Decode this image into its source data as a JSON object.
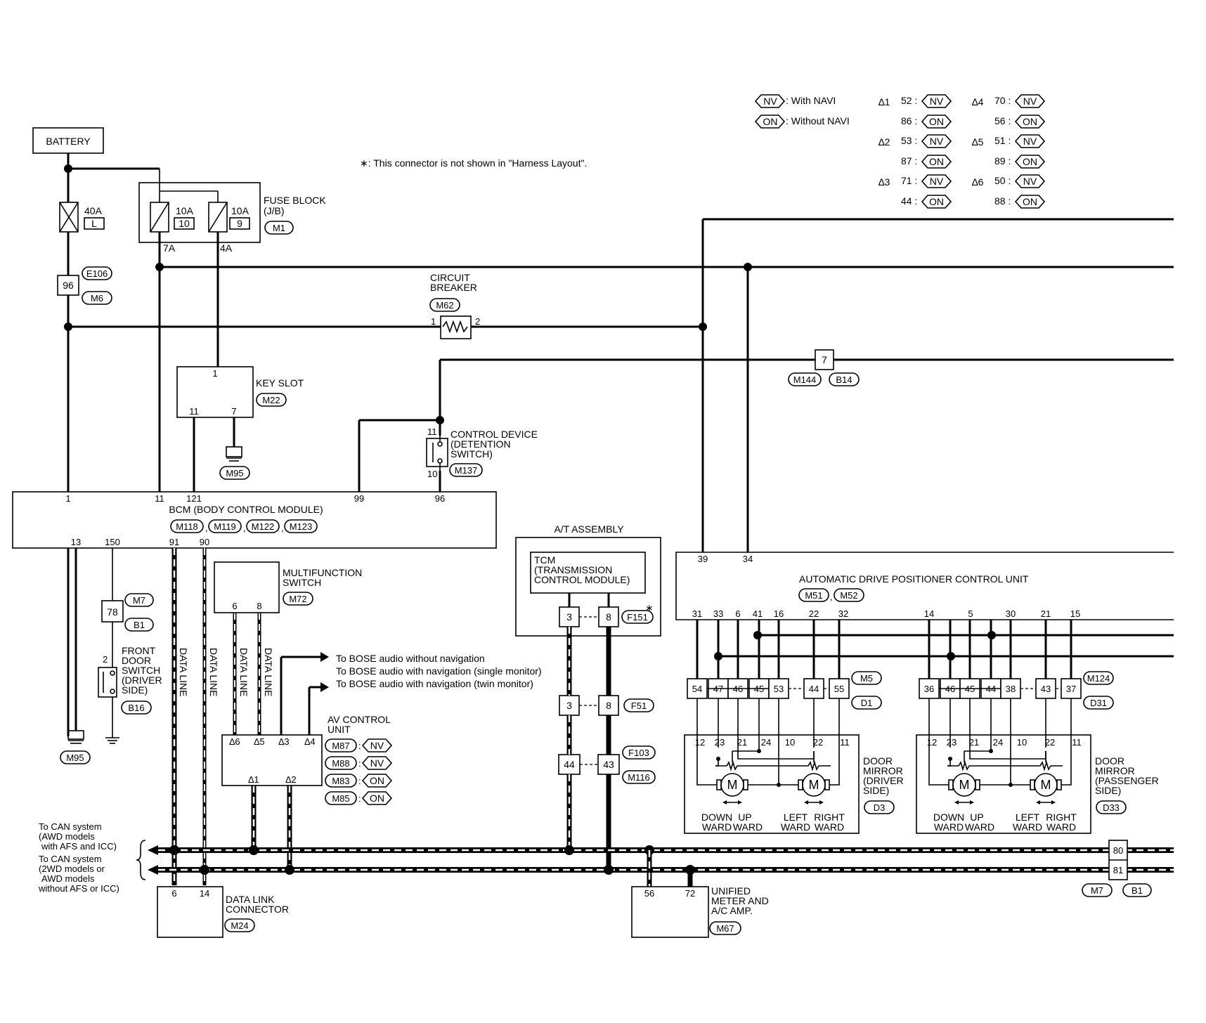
{
  "legend": {
    "nv_tag": "NV",
    "nv_desc": ": With NAVI",
    "on_tag": "ON",
    "on_desc": ": Without NAVI",
    "table": [
      {
        "star": "∆1",
        "rows": [
          {
            "pin": "52 :",
            "tag": "NV"
          },
          {
            "pin": "86 :",
            "tag": "ON"
          }
        ]
      },
      {
        "star": "∆2",
        "rows": [
          {
            "pin": "53 :",
            "tag": "NV"
          },
          {
            "pin": "87 :",
            "tag": "ON"
          }
        ]
      },
      {
        "star": "∆3",
        "rows": [
          {
            "pin": "71 :",
            "tag": "NV"
          },
          {
            "pin": "44 :",
            "tag": "ON"
          }
        ]
      },
      {
        "star": "∆4",
        "rows": [
          {
            "pin": "70 :",
            "tag": "NV"
          },
          {
            "pin": "56 :",
            "tag": "ON"
          }
        ]
      },
      {
        "star": "∆5",
        "rows": [
          {
            "pin": "51 :",
            "tag": "NV"
          },
          {
            "pin": "89 :",
            "tag": "ON"
          }
        ]
      },
      {
        "star": "∆6",
        "rows": [
          {
            "pin": "50 :",
            "tag": "NV"
          },
          {
            "pin": "88 :",
            "tag": "ON"
          }
        ]
      }
    ],
    "star1": "∆1",
    "star2": "∆2",
    "star3": "∆3",
    "star4": "∆4",
    "star5": "∆5",
    "star6": "∆6",
    "r52": "52 :",
    "r86": "86 :",
    "r53": "53 :",
    "r87": "87 :",
    "r71": "71 :",
    "r44": "44 :",
    "r70": "70 :",
    "r56": "56 :",
    "r51": "51 :",
    "r89": "89 :",
    "r50": "50 :",
    "r88": "88 :",
    "note": "∗: This connector is not shown in \"Harness Layout\"."
  },
  "battery": {
    "label": "BATTERY",
    "fuse_rating": "40A",
    "fuse_id": "L",
    "conn_pin": "96",
    "conn1": "E106",
    "conn2": "M6"
  },
  "fuse_block": {
    "title1": "FUSE BLOCK",
    "title2": "(J/B)",
    "conn": "M1",
    "fuse1_rating": "10A",
    "fuse1_no": "10",
    "fuse2_rating": "10A",
    "fuse2_no": "9",
    "out1": "7A",
    "out2": "4A"
  },
  "circuit_breaker": {
    "title1": "CIRCUIT",
    "title2": "BREAKER",
    "conn": "M62",
    "pin1": "1",
    "pin2": "2"
  },
  "key_slot": {
    "title": "KEY SLOT",
    "conn": "M22",
    "pin1": "1",
    "pin11": "11",
    "pin7": "7",
    "ground_conn": "M95"
  },
  "control_device": {
    "title1": "CONTROL DEVICE",
    "title2": "(DETENTION",
    "title3": "SWITCH)",
    "conn": "M137",
    "pin11": "11",
    "pin10": "10"
  },
  "inline_conn": {
    "pin": "7",
    "conn1": "M144",
    "conn2": "B14"
  },
  "bcm": {
    "title": "BCM (BODY CONTROL MODULE)",
    "conns": [
      "M118",
      "M119",
      "M122",
      "M123"
    ],
    "top_pins": [
      "1",
      "11",
      "121",
      "99",
      "96"
    ],
    "bottom_pins": [
      "13",
      "150",
      "91",
      "90"
    ]
  },
  "front_door_switch": {
    "pin": "78",
    "conn1": "M7",
    "conn2": "B1",
    "sw_pin": "2",
    "title": [
      "FRONT",
      "DOOR",
      "SWITCH",
      "(DRIVER",
      "SIDE)"
    ],
    "conn3": "B16"
  },
  "ground_bottom": {
    "conn": "M95"
  },
  "data_line": {
    "label": "DATA LINE"
  },
  "multifunction_switch": {
    "title1": "MULTIFUNCTION",
    "title2": "SWITCH",
    "conn": "M72",
    "pin6": "6",
    "pin8": "8"
  },
  "bose": {
    "line1": "To BOSE audio without navigation",
    "line2": "To BOSE audio with navigation (single monitor)",
    "line3": "To BOSE audio with navigation (twin monitor)"
  },
  "av_control": {
    "title1": "AV CONTROL",
    "title2": "UNIT",
    "top_pins": [
      "∆6",
      "∆5",
      "∆3",
      "∆4"
    ],
    "bottom_pins": [
      "∆1",
      "∆2"
    ],
    "conns": [
      {
        "conn": "M87",
        "tag": "NV"
      },
      {
        "conn": "M88",
        "tag": "NV"
      },
      {
        "conn": "M83",
        "tag": "ON"
      },
      {
        "conn": "M85",
        "tag": "ON"
      }
    ]
  },
  "at_assembly": {
    "title": "A/T ASSEMBLY",
    "tcm1": "TCM",
    "tcm2": "(TRANSMISSION",
    "tcm3": "CONTROL MODULE)",
    "pin3": "3",
    "pin8": "8",
    "conn_f151": "F151",
    "star": "∗",
    "f51_pin3": "3",
    "f51_pin8": "8",
    "conn_f51": "F51",
    "pin44": "44",
    "pin43": "43",
    "conn_f103": "F103",
    "conn_m116": "M116"
  },
  "adp": {
    "title": "AUTOMATIC DRIVE POSITIONER CONTROL UNIT",
    "conn1": "M51",
    "conn2": "M52",
    "top_pins": [
      "39",
      "34"
    ],
    "left_pins": [
      "31",
      "33",
      "6",
      "41",
      "16",
      "22",
      "32"
    ],
    "right_pins": [
      "14",
      "5",
      "30",
      "21",
      "15"
    ]
  },
  "mirror_driver": {
    "conn_pins": [
      "54",
      "47",
      "46",
      "45",
      "53",
      "44",
      "55"
    ],
    "conn1": "M5",
    "conn2": "D1",
    "mirror_pins": [
      "12",
      "23",
      "21",
      "24",
      "10",
      "22",
      "11"
    ],
    "title": [
      "DOOR",
      "MIRROR",
      "(DRIVER",
      "SIDE)"
    ],
    "conn3": "D3",
    "motor": "M",
    "labels": [
      "DOWN",
      "UP",
      "WARD",
      "WARD",
      "LEFT",
      "RIGHT",
      "WARD",
      "WARD"
    ]
  },
  "mirror_passenger": {
    "conn_pins": [
      "36",
      "46",
      "45",
      "44",
      "38",
      "43",
      "37"
    ],
    "conn1": "M124",
    "conn2": "D31",
    "mirror_pins": [
      "12",
      "23",
      "21",
      "24",
      "10",
      "22",
      "11"
    ],
    "title": [
      "DOOR",
      "MIRROR",
      "(PASSENGER",
      "SIDE)"
    ],
    "conn3": "D33",
    "motor": "M",
    "labels": [
      "DOWN",
      "UP",
      "WARD",
      "WARD",
      "LEFT",
      "RIGHT",
      "WARD",
      "WARD"
    ]
  },
  "can": {
    "line1": [
      "To CAN system",
      "(AWD models",
      "with AFS and ICC)"
    ],
    "line2": [
      "To CAN system",
      "(2WD models or",
      "AWD models",
      "without AFS or ICC)"
    ],
    "pin80": "80",
    "pin81": "81",
    "conn1": "M7",
    "conn2": "B1"
  },
  "dlc": {
    "title1": "DATA LINK",
    "title2": "CONNECTOR",
    "conn": "M24",
    "pin6": "6",
    "pin14": "14"
  },
  "meter": {
    "title1": "UNIFIED",
    "title2": "METER AND",
    "title3": "A/C AMP.",
    "conn": "M67",
    "pin56": "56",
    "pin72": "72"
  }
}
